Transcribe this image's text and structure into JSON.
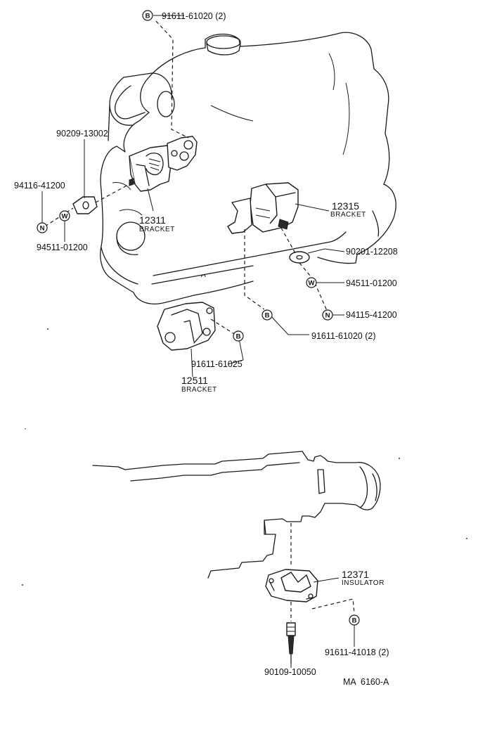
{
  "parts": [
    {
      "id": "p1",
      "number": "91611-61020 (2)",
      "symbol": "B"
    },
    {
      "id": "p2",
      "number": "90209-13002"
    },
    {
      "id": "p3",
      "number": "94116-41200",
      "symbol": "N"
    },
    {
      "id": "p4",
      "number": "94511-01200",
      "symbol": "W"
    },
    {
      "id": "p5",
      "number": "12311",
      "label": "BRACKET"
    },
    {
      "id": "p6",
      "number": "12315",
      "label": "BRACKET"
    },
    {
      "id": "p7",
      "number": "90201-12208"
    },
    {
      "id": "p8",
      "number": "94511-01200",
      "symbol": "W"
    },
    {
      "id": "p9",
      "number": "94115-41200",
      "symbol": "N"
    },
    {
      "id": "p10",
      "number": "91611-61020 (2)",
      "symbol": "B"
    },
    {
      "id": "p11",
      "number": "91611-61025",
      "symbol": "B"
    },
    {
      "id": "p12",
      "number": "12511",
      "label": "BRACKET"
    },
    {
      "id": "p13",
      "number": "12371",
      "label": "INSULATOR"
    },
    {
      "id": "p14",
      "number": "91611-41018 (2)",
      "symbol": "B"
    },
    {
      "id": "p15",
      "number": "90109-10050"
    }
  ],
  "diagram_code": "MA  6160-A"
}
